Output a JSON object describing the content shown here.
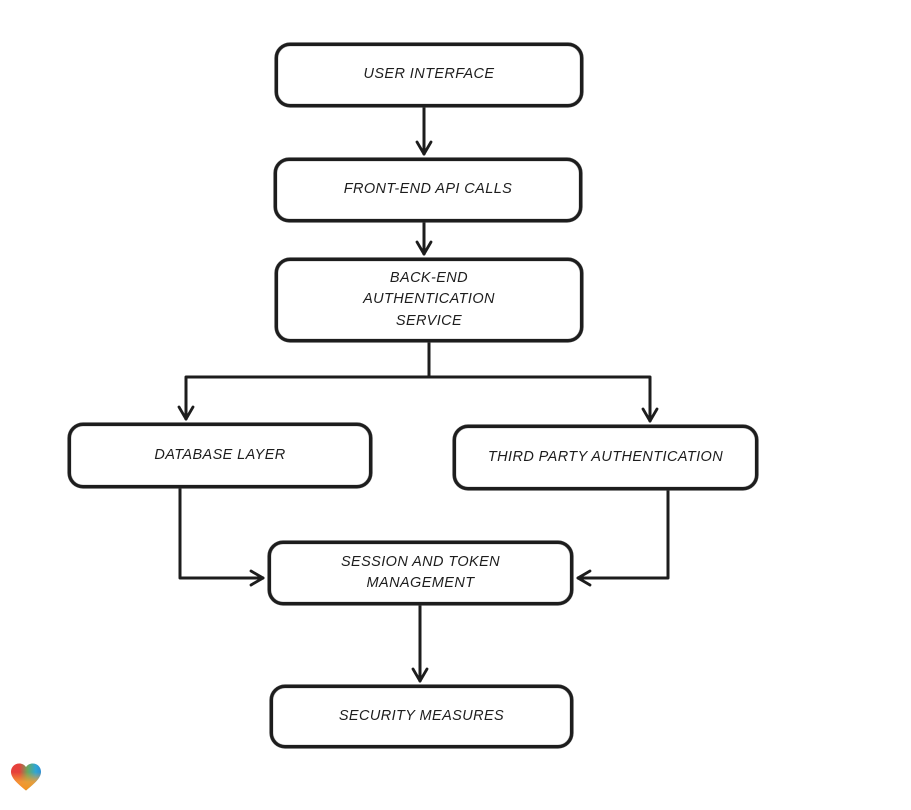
{
  "diagram": {
    "type": "flowchart",
    "background_color": "#ffffff",
    "stroke_color": "#1d1d1d",
    "node_fill_color": "#ffffff",
    "nodes": [
      {
        "id": "user-interface",
        "label": "USER INTERFACE"
      },
      {
        "id": "front-end-api-calls",
        "label": "FRONT-END API CALLS"
      },
      {
        "id": "back-end-authentication-service",
        "label": "BACK-END AUTHENTICATION SERVICE"
      },
      {
        "id": "database-layer",
        "label": "DATABASE LAYER"
      },
      {
        "id": "third-party-authentication",
        "label": "THIRD PARTY AUTHENTICATION"
      },
      {
        "id": "session-and-token-management",
        "label": "SESSION AND TOKEN MANAGEMENT"
      },
      {
        "id": "security-measures",
        "label": "SECURITY MEASURES"
      }
    ],
    "edges": [
      {
        "from": "user-interface",
        "to": "front-end-api-calls"
      },
      {
        "from": "front-end-api-calls",
        "to": "back-end-authentication-service"
      },
      {
        "from": "back-end-authentication-service",
        "to": "database-layer"
      },
      {
        "from": "back-end-authentication-service",
        "to": "third-party-authentication"
      },
      {
        "from": "database-layer",
        "to": "session-and-token-management"
      },
      {
        "from": "third-party-authentication",
        "to": "session-and-token-management"
      },
      {
        "from": "session-and-token-management",
        "to": "security-measures"
      }
    ]
  },
  "branding": {
    "logo": "gradient-heart-icon",
    "logo_colors": {
      "red": "#e6413c",
      "orange": "#f59d33",
      "green": "#69a85d",
      "blue": "#2fa7d4"
    }
  }
}
